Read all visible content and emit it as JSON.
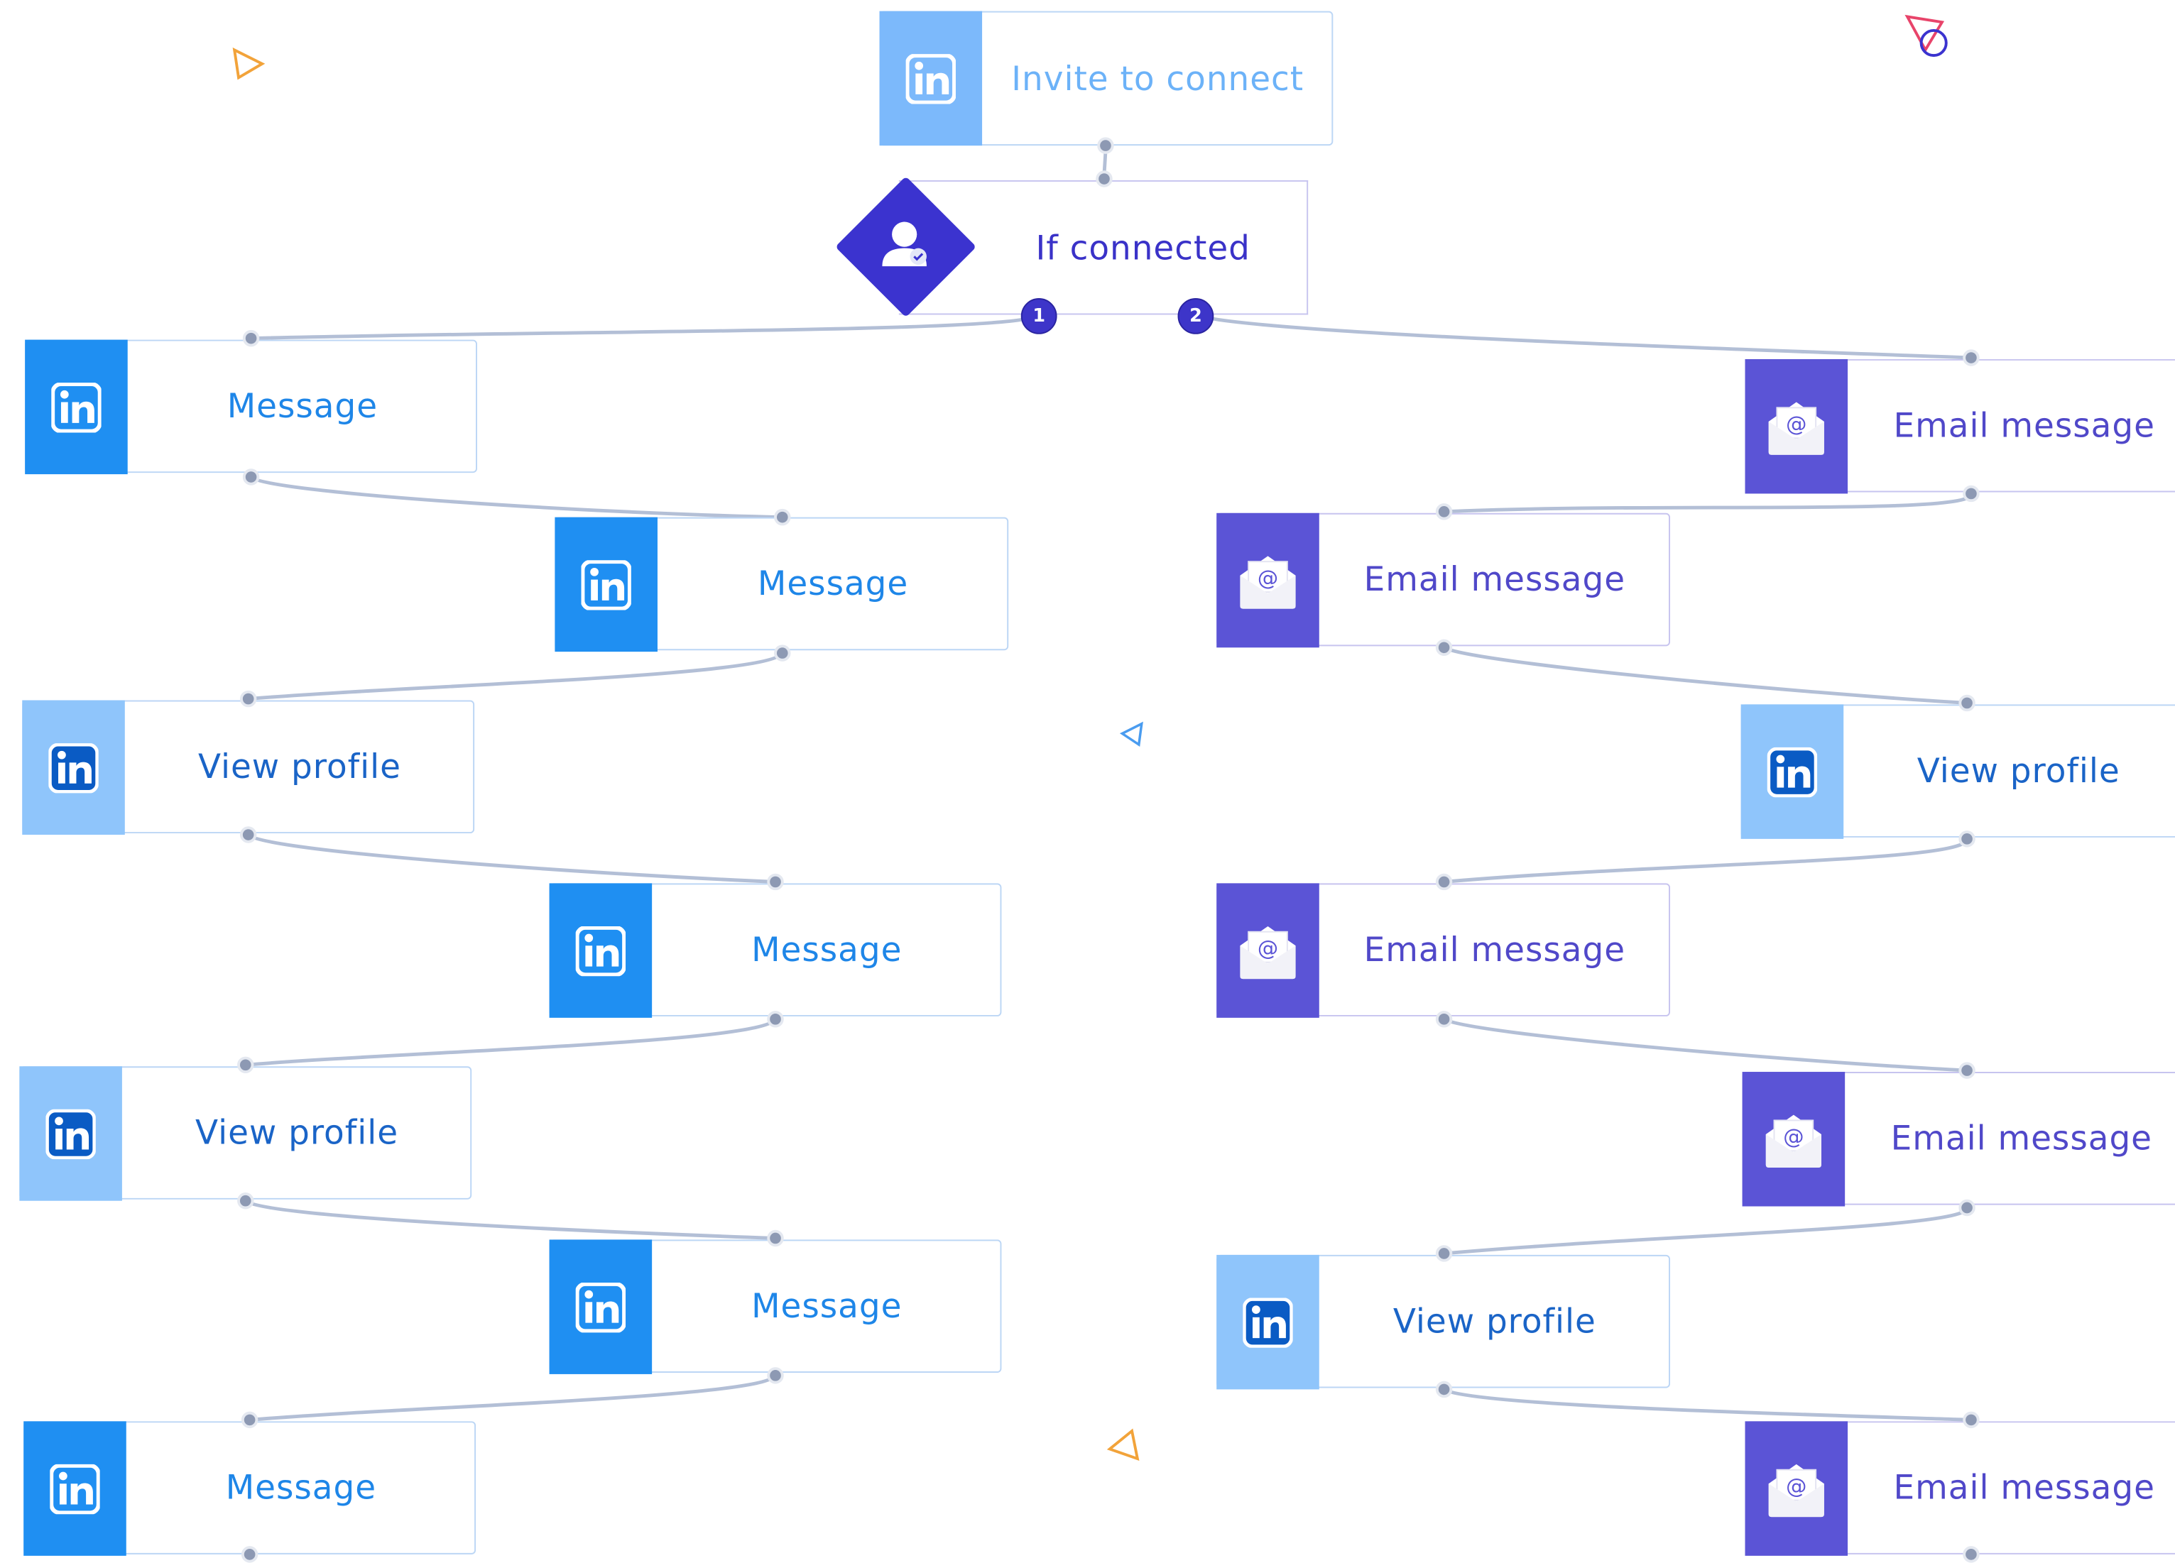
{
  "nodes": {
    "invite": "Invite to connect",
    "condition": "If connected",
    "left_1": "Message",
    "left_2": "Message",
    "left_3": "View profile",
    "left_4": "Message",
    "left_5": "View profile",
    "left_6": "Message",
    "left_7": "Message",
    "right_1": "Email message",
    "right_2": "Email message",
    "right_3": "View profile",
    "right_4": "Email message",
    "right_5": "Email message",
    "right_6": "View profile",
    "right_7": "Email message"
  },
  "branches": {
    "yes": "1",
    "no": "2"
  },
  "icons": {
    "linkedin": "linkedin-icon",
    "email": "email-envelope-icon",
    "condition": "connected-person-icon"
  },
  "colors": {
    "linkedin_blue": "#1f8ff2",
    "linkedin_light": "#8fc5fb",
    "email_purple": "#5b54d6",
    "condition_indigo": "#3b33cf",
    "connector": "#b3bfd6"
  }
}
